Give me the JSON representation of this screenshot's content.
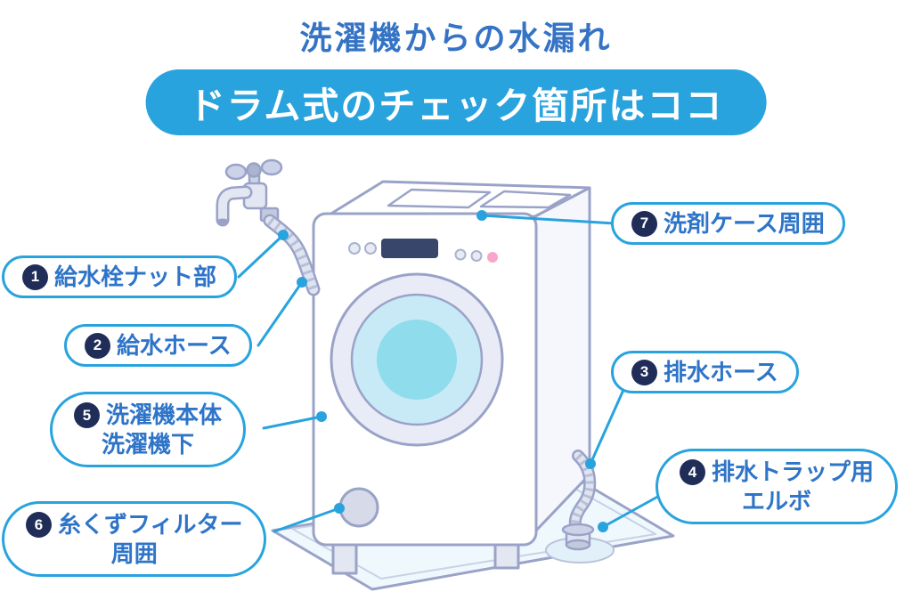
{
  "title": "洗濯機からの水漏れ",
  "banner": "ドラム式のチェック箇所はココ",
  "colors": {
    "title_blue": "#3573c5",
    "accent_sky_blue": "#29a3de",
    "label_blue": "#2e74c8",
    "number_badge_navy": "#1f2d58",
    "machine_outline": "#9aa3c7",
    "drum_glass_cyan": "#c7eaf6",
    "drum_inner_cyan": "#8fdcec",
    "power_lamp_pink": "#f7a8c9"
  },
  "icons": {
    "illustration": "drum-washing-machine-leak-diagram",
    "parts": [
      "faucet",
      "supply-hose",
      "washer-body",
      "door",
      "lint-filter",
      "drain-hose",
      "drain-elbow",
      "drain-pan"
    ]
  },
  "callouts": {
    "c1": {
      "num": "1",
      "label": "給水栓ナット部"
    },
    "c2": {
      "num": "2",
      "label": "給水ホース"
    },
    "c3": {
      "num": "3",
      "label": "排水ホース"
    },
    "c4": {
      "num": "4",
      "label": "排水トラップ用",
      "label2": "エルボ"
    },
    "c5": {
      "num": "5",
      "label": "洗濯機本体",
      "label2": "洗濯機下"
    },
    "c6": {
      "num": "6",
      "label": "糸くずフィルター",
      "label2": "周囲"
    },
    "c7": {
      "num": "7",
      "label": "洗剤ケース周囲"
    }
  }
}
